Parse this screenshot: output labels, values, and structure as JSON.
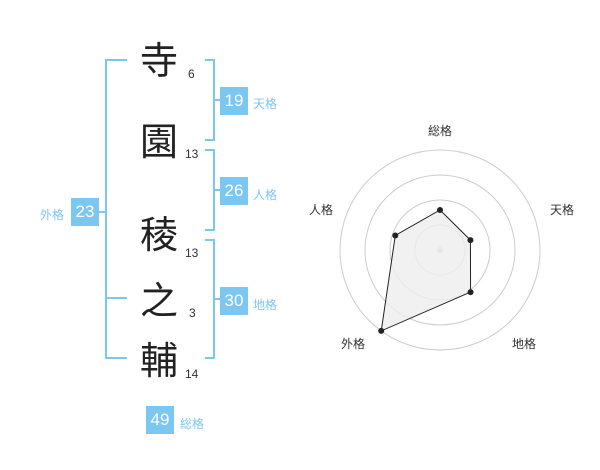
{
  "name": {
    "chars": [
      {
        "char": "寺",
        "strokes": "6"
      },
      {
        "char": "園",
        "strokes": "13"
      },
      {
        "char": "稜",
        "strokes": "13"
      },
      {
        "char": "之",
        "strokes": "3"
      },
      {
        "char": "輔",
        "strokes": "14"
      }
    ]
  },
  "fortune": {
    "tenkaku": {
      "value": "19",
      "label": "天格"
    },
    "jinkaku": {
      "value": "26",
      "label": "人格"
    },
    "chikaku": {
      "value": "30",
      "label": "地格"
    },
    "gaikaku": {
      "value": "23",
      "label": "外格"
    },
    "soukaku": {
      "value": "49",
      "label": "総格"
    }
  },
  "colors": {
    "accent": "#7cc6f2",
    "radar_fill": "#eeeeee",
    "radar_stroke": "#222222",
    "ring": "#cccccc"
  },
  "chart_data": {
    "type": "radar",
    "axes": [
      "総格",
      "天格",
      "地格",
      "外格",
      "人格"
    ],
    "values": [
      0.4,
      0.32,
      0.52,
      1.0,
      0.47
    ],
    "rings": 4
  }
}
